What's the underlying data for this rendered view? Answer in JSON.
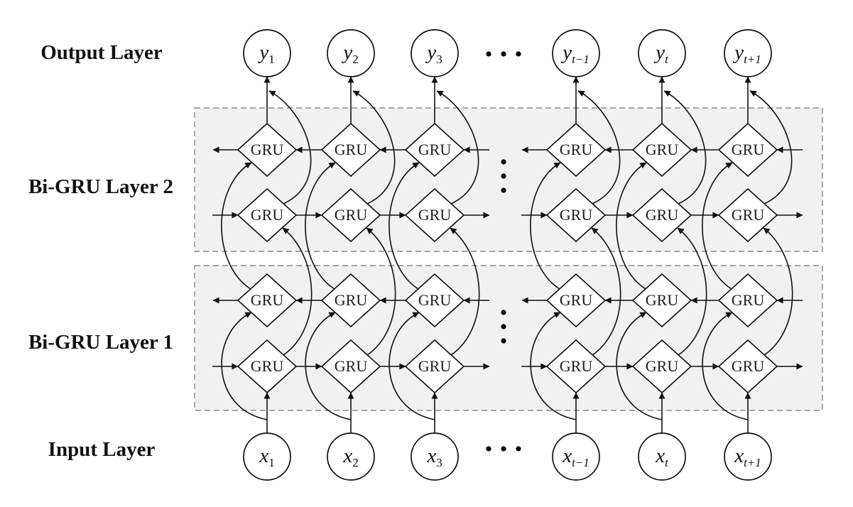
{
  "figure": {
    "layer_labels": {
      "output": "Output Layer",
      "bigru_2": "Bi-GRU Layer 2",
      "bigru_1": "Bi-GRU Layer 1",
      "input": "Input Layer"
    },
    "cell_label": "GRU",
    "sequence_gap_after": 2,
    "columns": [
      {
        "output": {
          "symbol": "y",
          "subscript": "1"
        },
        "input": {
          "symbol": "x",
          "subscript": "1"
        }
      },
      {
        "output": {
          "symbol": "y",
          "subscript": "2"
        },
        "input": {
          "symbol": "x",
          "subscript": "2"
        }
      },
      {
        "output": {
          "symbol": "y",
          "subscript": "3"
        },
        "input": {
          "symbol": "x",
          "subscript": "3"
        }
      },
      {
        "output": {
          "symbol": "y",
          "subscript": "t−1"
        },
        "input": {
          "symbol": "x",
          "subscript": "t−1"
        }
      },
      {
        "output": {
          "symbol": "y",
          "subscript": "t"
        },
        "input": {
          "symbol": "x",
          "subscript": "t"
        }
      },
      {
        "output": {
          "symbol": "y",
          "subscript": "t+1"
        },
        "input": {
          "symbol": "x",
          "subscript": "t+1"
        }
      }
    ],
    "colors": {
      "layer_fill": "#f1f1f1",
      "layer_border": "#8c8c8c",
      "line": "#111111",
      "node_fill": "#ffffff"
    }
  }
}
